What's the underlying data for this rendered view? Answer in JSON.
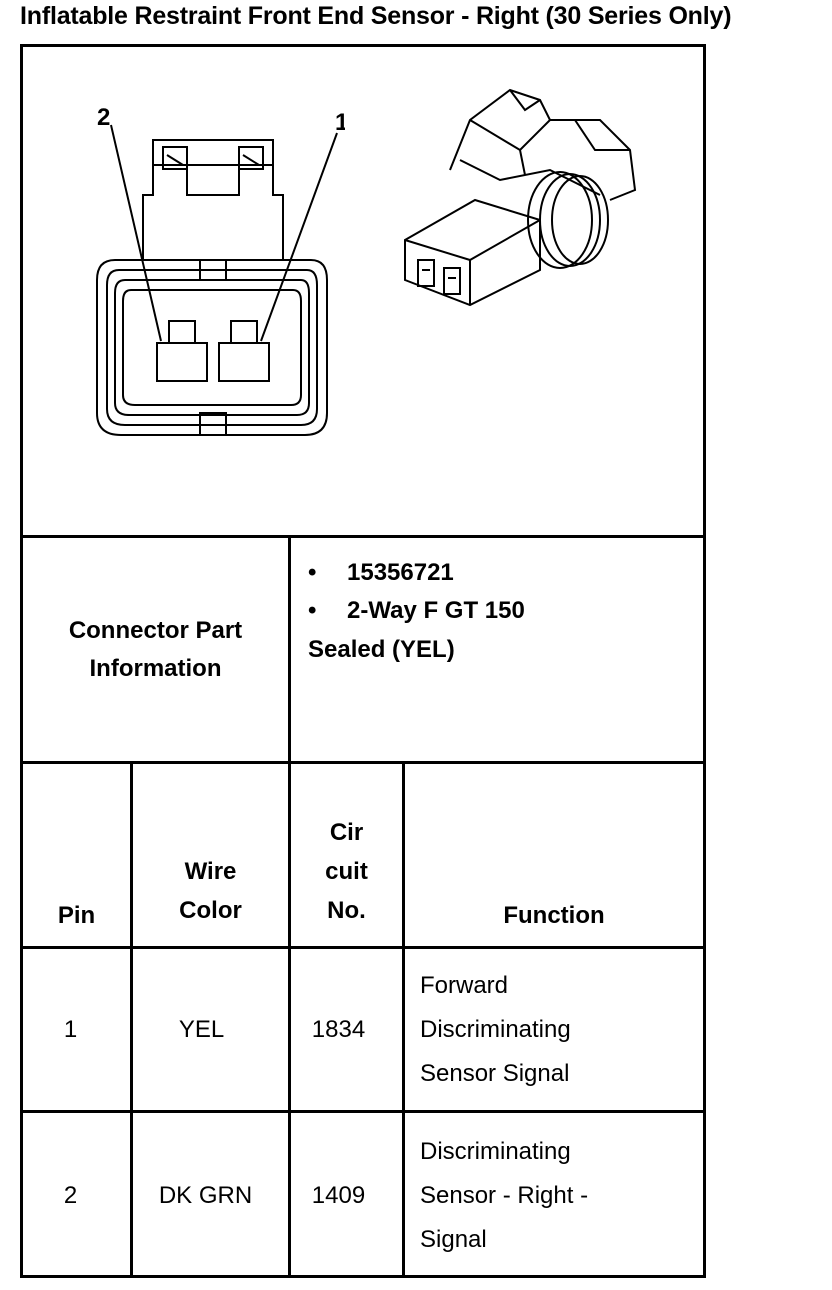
{
  "title": "Inflatable Restraint Front End Sensor - Right (30 Series Only)",
  "diagram": {
    "pin_label_left": "2",
    "pin_label_right": "1"
  },
  "connector_info": {
    "label_line1": "Connector Part",
    "label_line2": "Information",
    "bullet": "•",
    "part_number": "15356721",
    "desc_line1": "2-Way F GT 150",
    "desc_line2": "Sealed (YEL)"
  },
  "table": {
    "headers": {
      "pin": "Pin",
      "wire_color_line1": "Wire",
      "wire_color_line2": "Color",
      "circuit_line1": "Cir",
      "circuit_line2": "cuit",
      "circuit_line3": "No.",
      "function": "Function"
    },
    "rows": [
      {
        "pin": "1",
        "wire_color": "YEL",
        "circuit": "1834",
        "function_lines": [
          "Forward",
          "Discriminating",
          "Sensor Signal"
        ]
      },
      {
        "pin": "2",
        "wire_color": "DK GRN",
        "circuit": "1409",
        "function_lines": [
          "Discriminating",
          "Sensor - Right -",
          "Signal"
        ]
      }
    ]
  }
}
